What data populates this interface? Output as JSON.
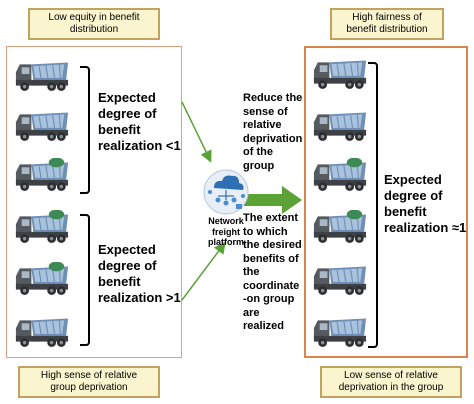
{
  "top_left_tag": {
    "line1": "Low equity in benefit",
    "line2": "distribution"
  },
  "top_right_tag": {
    "line1": "High fairness of",
    "line2": "benefit distribution"
  },
  "bottom_left_tag": {
    "line1": "High sense of relative",
    "line2": "group deprivation"
  },
  "bottom_right_tag": {
    "line1": "Low sense of relative",
    "line2": "deprivation in the group"
  },
  "left_group_upper_label": [
    "Expected",
    "degree of",
    "benefit",
    "realization <1"
  ],
  "left_group_lower_label": [
    "Expected",
    "degree of",
    "benefit",
    "realization >1"
  ],
  "right_group_label": [
    "Expected",
    "degree of",
    "benefit",
    "realization ≈1"
  ],
  "middle_upper_text": [
    "Reduce the",
    "sense of",
    "relative",
    "deprivation",
    "of the",
    "group"
  ],
  "middle_lower_text": [
    "The extent",
    "to which",
    "the desired",
    "benefits of",
    "the",
    "coordinate",
    "-on group",
    "are",
    "realized"
  ],
  "platform_label": [
    "Network",
    "freight",
    "platform"
  ],
  "colors": {
    "truck_cab": "#555a60",
    "truck_bed": "#6f8fb4",
    "tag_fill": "#fbf5cf",
    "tag_border": "#c1a35d",
    "arrow_green": "#5aa236",
    "right_border": "#d9844c"
  },
  "icons": [
    "dump-truck-icon",
    "cloud-network-icon"
  ]
}
